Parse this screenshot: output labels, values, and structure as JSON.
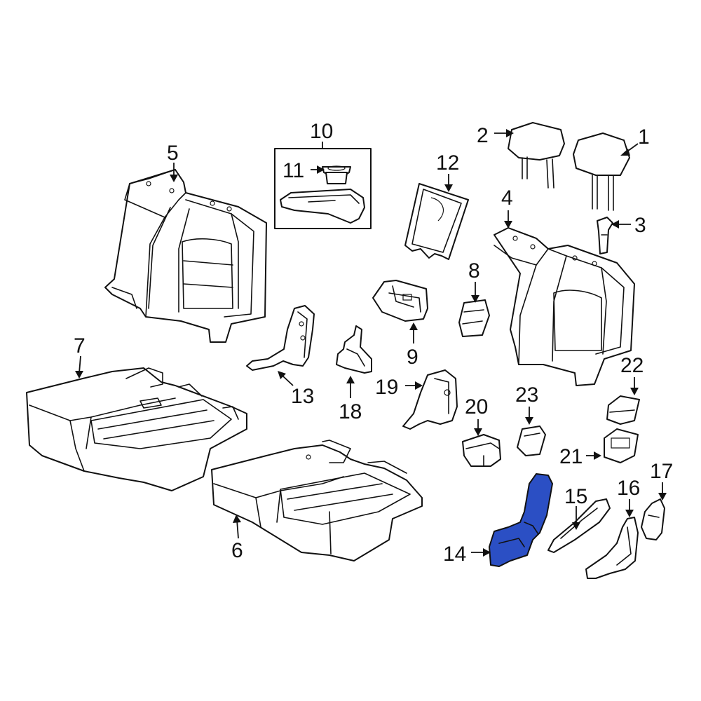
{
  "highlight_color": "#2b4fc4",
  "line_color": "#111111",
  "callouts": {
    "c1": "1",
    "c2": "2",
    "c3": "3",
    "c4": "4",
    "c5": "5",
    "c6": "6",
    "c7": "7",
    "c8": "8",
    "c9": "9",
    "c10": "10",
    "c11": "11",
    "c12": "12",
    "c13": "13",
    "c14": "14",
    "c15": "15",
    "c16": "16",
    "c17": "17",
    "c18": "18",
    "c19": "19",
    "c20": "20",
    "c21": "21",
    "c22": "22",
    "c23": "23"
  },
  "highlighted_part": "14"
}
